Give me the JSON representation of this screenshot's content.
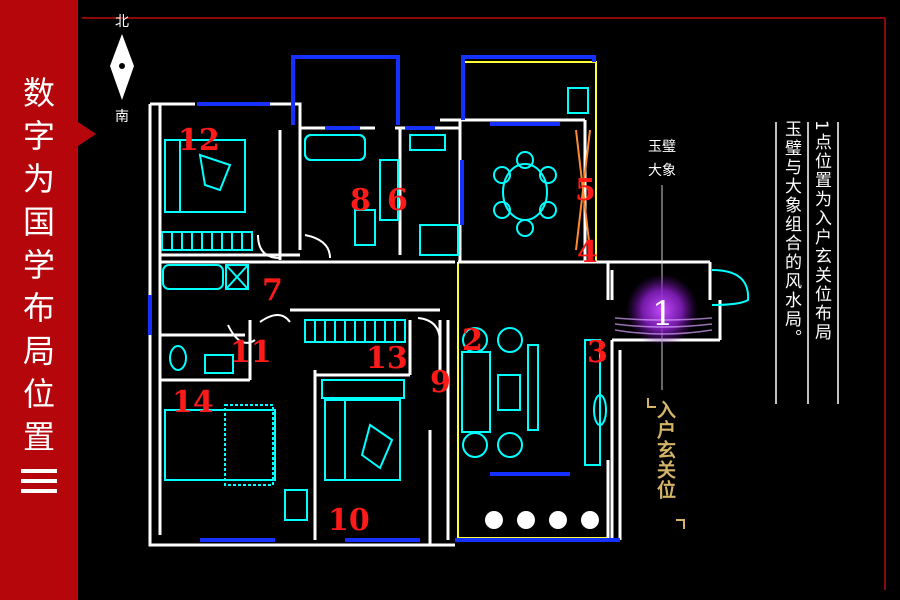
{
  "sidebar": {
    "title": "数字为国学布局位置",
    "chars": [
      "数",
      "字",
      "为",
      "国",
      "学",
      "布",
      "局",
      "位",
      "置"
    ],
    "number": "三",
    "color": "#b5060c"
  },
  "compass": {
    "north": "北",
    "south": "南"
  },
  "jade": {
    "line1": "玉璧",
    "line2": "大象"
  },
  "description": {
    "col1": "1点位置为入户玄关位布局",
    "col2": "玉璧与大象组合的风水局。"
  },
  "entry_label": "入户玄关位",
  "positions": [
    "1",
    "2",
    "3",
    "4",
    "5",
    "6",
    "7",
    "8",
    "9",
    "10",
    "11",
    "12",
    "13",
    "14"
  ],
  "colors": {
    "wall": "#ffffff",
    "blue": "#1530ff",
    "cyan": "#00ffff",
    "yellow": "#ffff33",
    "red": "#ff1a1a",
    "glow": "#9b30d9"
  }
}
